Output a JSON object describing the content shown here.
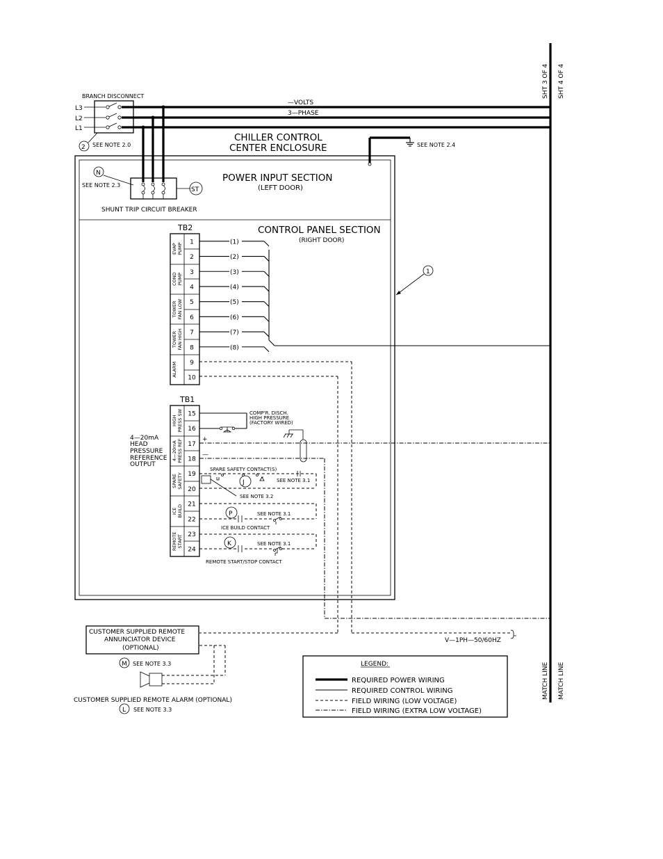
{
  "top": {
    "branch_disconnect": "BRANCH DISCONNECT",
    "l3": "L3",
    "l2": "L2",
    "l1": "L1",
    "note_2_num": "2",
    "note_2": "SEE NOTE 2.0",
    "volts": "—VOLTS",
    "phase": "3—PHASE",
    "sheet_3": "SHT 3 OF 4",
    "sheet_4": "SHT 4 OF 4",
    "see_note_24": "SEE NOTE 2.4"
  },
  "enclosure": {
    "title_1": "CHILLER CONTROL",
    "title_2": "CENTER ENCLOSURE",
    "enclosure_callout": "1"
  },
  "power_section": {
    "title": "POWER INPUT SECTION",
    "subtitle": "(LEFT DOOR)",
    "n_label": "N",
    "see_note_23": "SEE NOTE 2.3",
    "st_label": "ST",
    "breaker_label": "SHUNT TRIP CIRCUIT BREAKER"
  },
  "control_section": {
    "title": "CONTROL PANEL SECTION",
    "subtitle": "(RIGHT DOOR)"
  },
  "tb2": {
    "label": "TB2",
    "groups": [
      {
        "line1": "EVAP",
        "line2": "PUMP"
      },
      {
        "line1": "COND",
        "line2": "PUMP"
      },
      {
        "line1": "TOWER",
        "line2": "FAN LOW"
      },
      {
        "line1": "TOWER",
        "line2": "FAN HIGH"
      },
      {
        "line1": "ALARM",
        "line2": ""
      }
    ],
    "terminals": [
      "1",
      "2",
      "3",
      "4",
      "5",
      "6",
      "7",
      "8",
      "9",
      "10"
    ],
    "wire_tags": [
      "(1)",
      "(2)",
      "(3)",
      "(4)",
      "(5)",
      "(6)",
      "(7)",
      "(8)"
    ]
  },
  "tb1": {
    "label": "TB1",
    "groups": [
      {
        "line1": "HIGH",
        "line2": "PRESS SW"
      },
      {
        "line1": "4—20mA",
        "line2": "PRESS REF"
      },
      {
        "line1": "SPARE",
        "line2": "SAFETY"
      },
      {
        "line1": "ICE",
        "line2": "BUILD"
      },
      {
        "line1": "REMOTE",
        "line2": "START"
      }
    ],
    "terminals": [
      "15",
      "16",
      "17",
      "18",
      "19",
      "20",
      "21",
      "22",
      "23",
      "24"
    ],
    "plus": "+",
    "minus": "—"
  },
  "annotations": {
    "comp_disch_1": "COMP'R. DISCH.",
    "comp_disch_2": "HIGH PRESSURE",
    "comp_disch_3": "(FACTORY WIRED)",
    "head_1": "4—20mA",
    "head_2": "HEAD",
    "head_3": "PRESSURE",
    "head_4": "REFERENCE",
    "head_5": "OUTPUT",
    "spare_contacts": "SPARE SAFETY CONTACT(S)",
    "j_label": "J",
    "see_note_31_a": "SEE NOTE 3.1",
    "see_note_32": "SEE NOTE 3.2",
    "p_label": "P",
    "see_note_31_b": "SEE NOTE 3.1",
    "ice_build_contact": "ICE BUILD CONTACT",
    "k_label": "K",
    "see_note_31_c": "SEE NOTE 3.1",
    "remote_contact": "REMOTE START/STOP CONTACT"
  },
  "bottom": {
    "annunciator_1": "CUSTOMER SUPPLIED REMOTE",
    "annunciator_2": "ANNUNCIATOR DEVICE",
    "annunciator_3": "(OPTIONAL)",
    "m_label": "M",
    "see_note_33_m": "SEE NOTE 3.3",
    "alarm_label": "CUSTOMER SUPPLIED REMOTE ALARM (OPTIONAL)",
    "l_label": "L",
    "see_note_33_l": "SEE NOTE 3.3",
    "supply": "V—1PH—50/60HZ",
    "match_line_a": "MATCH LINE",
    "match_line_b": "MATCH LINE"
  },
  "legend": {
    "title": "LEGEND:",
    "items": [
      "REQUIRED POWER WIRING",
      "REQUIRED CONTROL WIRING",
      "FIELD WIRING (LOW VOLTAGE)",
      "FIELD WIRING (EXTRA LOW VOLTAGE)"
    ]
  }
}
